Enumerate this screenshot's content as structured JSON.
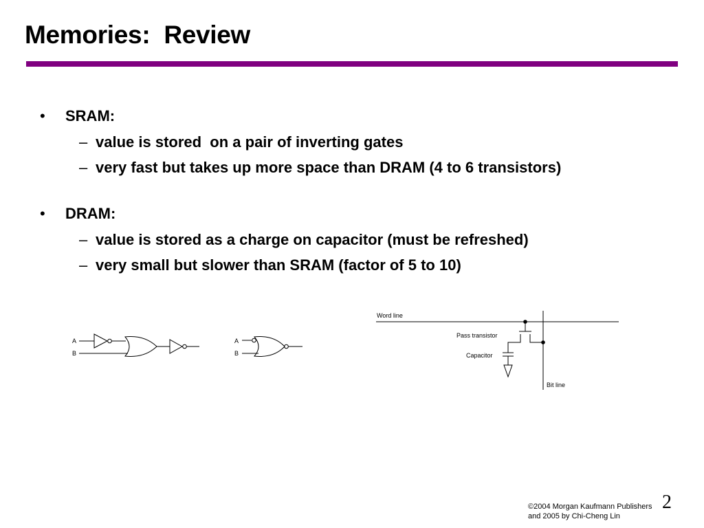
{
  "slide": {
    "title": "Memories:  Review",
    "accent_color": "#800080",
    "bullets": [
      {
        "marker": "•",
        "label": "SRAM:",
        "subs": [
          {
            "marker": "–",
            "text": "value is stored  on a pair of inverting gates"
          },
          {
            "marker": "–",
            "text": "very fast but takes up more space than DRAM (4 to 6 transistors)"
          }
        ]
      },
      {
        "marker": "•",
        "label": "DRAM:",
        "subs": [
          {
            "marker": "–",
            "text": "value is stored as a charge on capacitor (must be refreshed)"
          },
          {
            "marker": "–",
            "text": "very small but slower than SRAM (factor of 5 to 10)"
          }
        ]
      }
    ]
  },
  "figures": {
    "gate1": {
      "input_a": "A",
      "input_b": "B"
    },
    "gate2": {
      "input_a": "A",
      "input_b": "B"
    },
    "dram_cell": {
      "word_line": "Word line",
      "pass_transistor": "Pass transistor",
      "capacitor": "Capacitor",
      "bit_line": "Bit line"
    }
  },
  "footer": {
    "copyright_symbol": "©",
    "line1": "2004 Morgan Kaufmann Publishers",
    "line2": "and 2005 by Chi-Cheng Lin",
    "page_number": "2"
  }
}
